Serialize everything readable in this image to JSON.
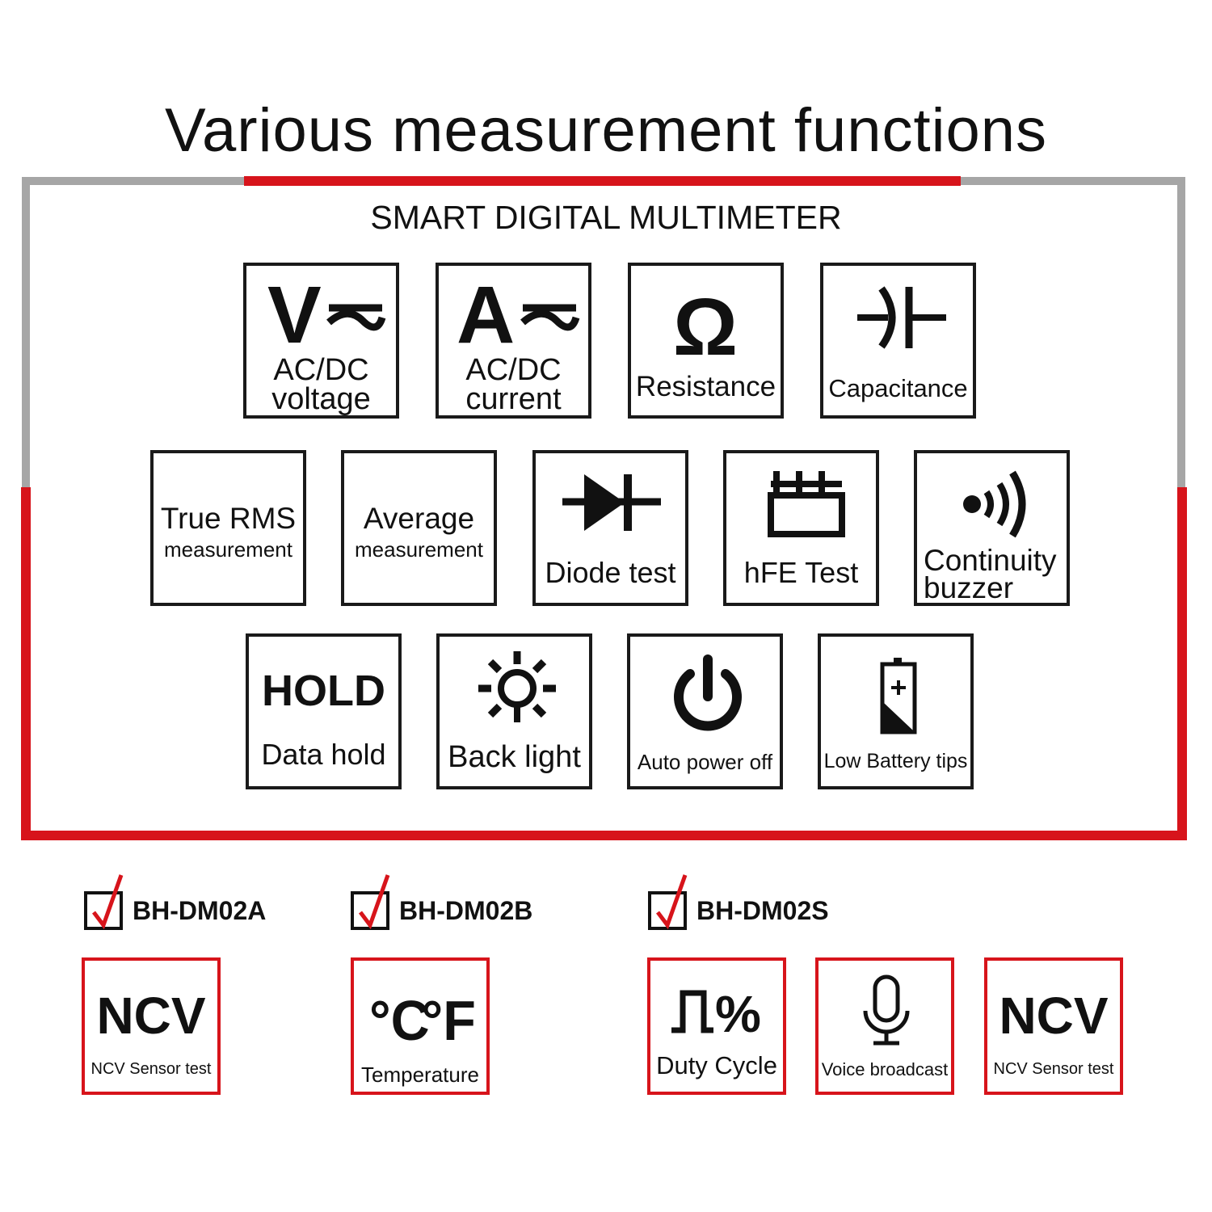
{
  "title": "Various measurement functions",
  "subtitle": "SMART DIGITAL MULTIMETER",
  "colors": {
    "accent_red": "#d7141b",
    "frame_gray": "#a6a6a6",
    "ink": "#111111"
  },
  "functions": [
    {
      "icon": "voltage-ac-dc-icon",
      "glyph": "V",
      "label_line1": "AC/DC",
      "label_line2": "voltage"
    },
    {
      "icon": "current-ac-dc-icon",
      "glyph": "A",
      "label_line1": "AC/DC",
      "label_line2": "current"
    },
    {
      "icon": "ohm-icon",
      "glyph": "Ω",
      "label": "Resistance"
    },
    {
      "icon": "capacitor-icon",
      "label": "Capacitance"
    },
    {
      "label_line1": "True RMS",
      "label_line2": "measurement"
    },
    {
      "label_line1": "Average",
      "label_line2": "measurement"
    },
    {
      "icon": "diode-icon",
      "label": "Diode test"
    },
    {
      "icon": "transistor-socket-icon",
      "label": "hFE Test"
    },
    {
      "icon": "sound-waves-icon",
      "label_line1": "Continuity",
      "label_line2": "buzzer"
    },
    {
      "glyph": "HOLD",
      "label": "Data hold"
    },
    {
      "icon": "sun-backlight-icon",
      "label": "Back light"
    },
    {
      "icon": "power-icon",
      "label": "Auto power off"
    },
    {
      "icon": "battery-icon",
      "label": "Low Battery tips"
    }
  ],
  "models": [
    {
      "name": "BH-DM02A",
      "features": [
        {
          "glyph": "NCV",
          "label": "NCV Sensor test"
        }
      ]
    },
    {
      "name": "BH-DM02B",
      "features": [
        {
          "glyph_c": "°C",
          "glyph_f": "°F",
          "label": "Temperature"
        }
      ]
    },
    {
      "name": "BH-DM02S",
      "features": [
        {
          "icon": "duty-cycle-icon",
          "glyph": "%",
          "label": "Duty Cycle"
        },
        {
          "icon": "microphone-icon",
          "label": "Voice broadcast"
        },
        {
          "glyph": "NCV",
          "label": "NCV Sensor test"
        }
      ]
    }
  ]
}
